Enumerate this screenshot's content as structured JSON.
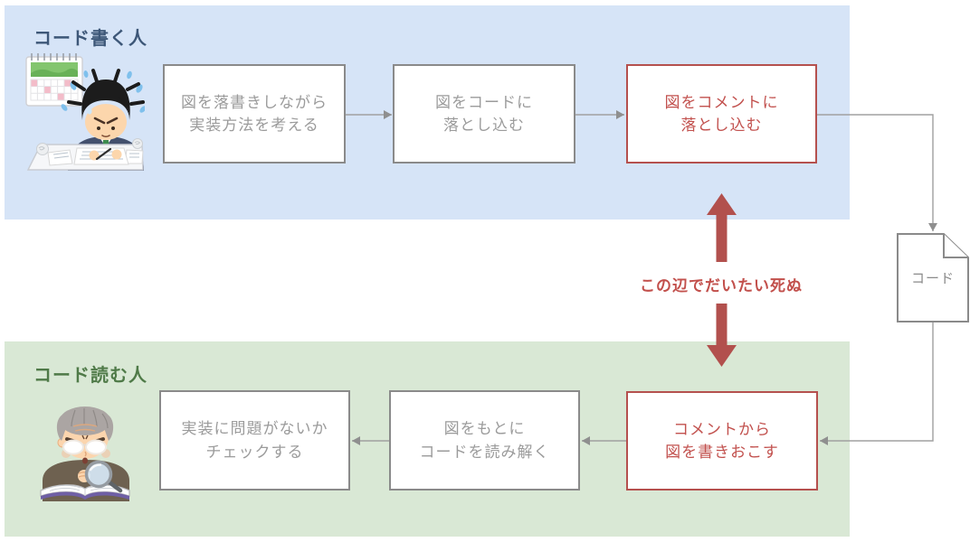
{
  "colors": {
    "writer_band_bg": "#d6e4f7",
    "writer_title_color": "#3d5778",
    "reader_band_bg": "#d9e8d5",
    "reader_title_color": "#4f7a48",
    "box_border": "#8a8a8a",
    "box_text": "#9b9b9b",
    "connector": "#9e9e9e",
    "highlight_border": "#b5504e",
    "highlight_text": "#c2514e",
    "death_arrow": "#b2504d",
    "annotation_text": "#c2504c",
    "box_bg": "#ffffff"
  },
  "writer_lane": {
    "title": "コード書く人",
    "steps": [
      {
        "line1": "図を落書きしながら",
        "line2": "実装方法を考える",
        "highlighted": false
      },
      {
        "line1": "図をコードに",
        "line2": "落とし込む",
        "highlighted": false
      },
      {
        "line1": "図をコメントに",
        "line2": "落とし込む",
        "highlighted": true
      }
    ]
  },
  "reader_lane": {
    "title": "コード読む人",
    "steps": [
      {
        "line1": "実装に問題がないか",
        "line2": "チェックする",
        "highlighted": false
      },
      {
        "line1": "図をもとに",
        "line2": "コードを読み解く",
        "highlighted": false
      },
      {
        "line1": "コメントから",
        "line2": "図を書きおこす",
        "highlighted": true
      }
    ]
  },
  "artifact": {
    "label": "コード"
  },
  "annotation": {
    "text": "この辺でだいたい死ぬ"
  },
  "icons": {
    "writer": "stressed-programmer-illustration",
    "reader": "elderly-code-reader-illustration",
    "artifact": "document-with-folded-corner-icon"
  }
}
